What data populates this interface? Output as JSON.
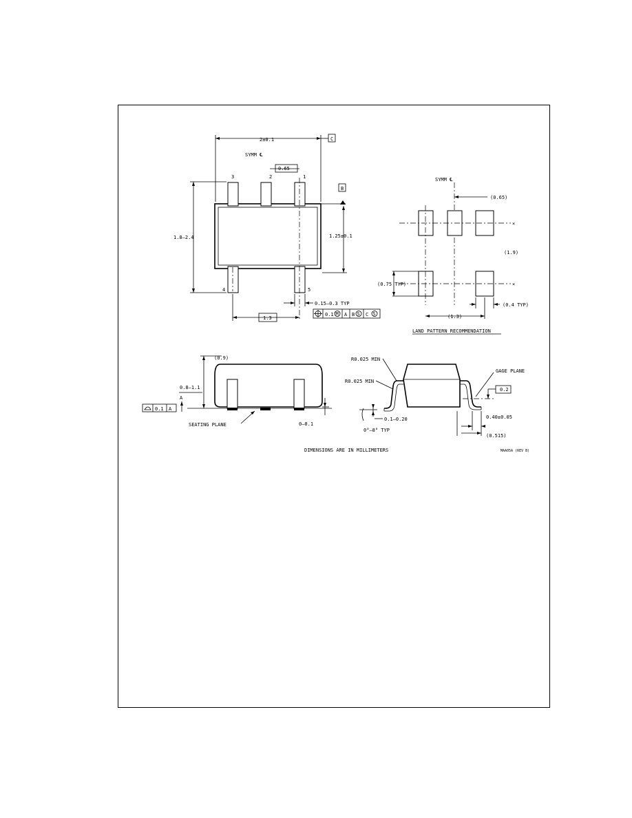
{
  "top_view": {
    "width_dim": "2±0.1",
    "datum_c": "C",
    "symm_label": "SYMM ℄",
    "pitch_dim": "0.65",
    "pin_labels": [
      "3",
      "2",
      "1",
      "4",
      "5"
    ],
    "datum_b": "B",
    "height_dim": "1.8–2.4",
    "body_dim": "1.25±0.1",
    "lead_width": "0.15–0.3 TYP",
    "span_dim": "1.3",
    "fcf": [
      "0.1",
      "M",
      "A",
      "B",
      "S",
      "C",
      "S"
    ]
  },
  "land_pattern": {
    "symm_label": "SYMM ℄",
    "pitch": "(0.65)",
    "row_gap": "(1.9)",
    "pad_len": "(0.75 TYP)",
    "pad_width": "(0.4 TYP)",
    "span": "(1.3)",
    "caption": "LAND PATTERN RECOMMENDATION"
  },
  "side_view": {
    "top_dim": "(0.9)",
    "height_dim": "0.8–1.1",
    "datum_a": "A",
    "flatness": [
      "0.1",
      "A"
    ],
    "seating_plane": "SEATING PLANE",
    "standoff": "0–0.1"
  },
  "detail_view": {
    "r1": "R0.025 MIN",
    "r2": "R0.025 MIN",
    "gage_plane": "GAGE PLANE",
    "gage_value": "0.2",
    "thickness": "0.1–0.20",
    "angle": "0°–8° TYP",
    "lead_len": "0.40±0.05",
    "lead_len_ref": "(0.515)"
  },
  "footnote": "DIMENSIONS ARE IN MILLIMETERS",
  "drawing_id": "MAA05A (REV B)"
}
